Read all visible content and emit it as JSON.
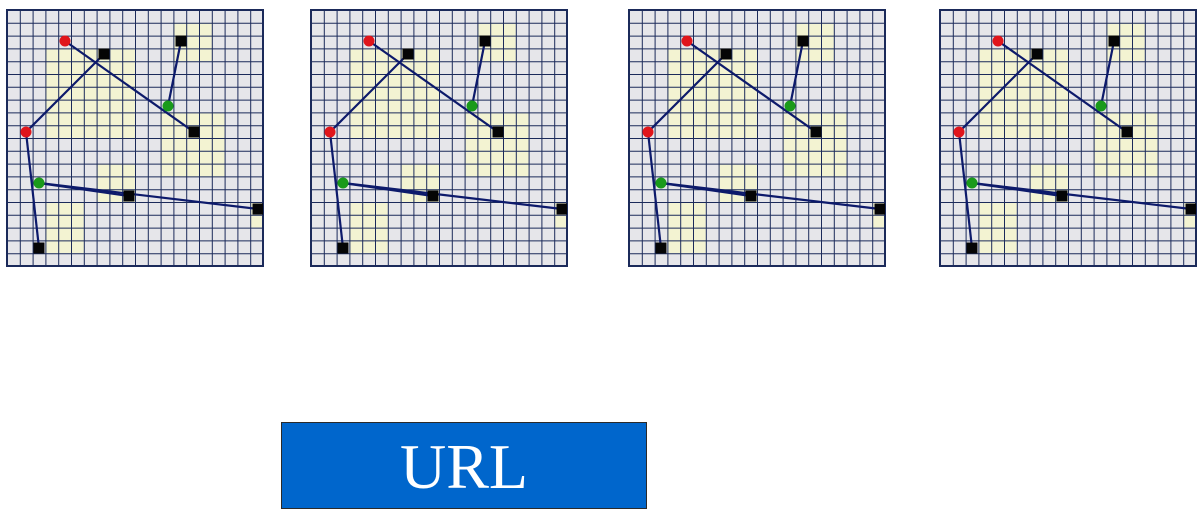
{
  "grid": {
    "cells": 20,
    "colors": {
      "background": "#e6e6ea",
      "gridline": "#1b2a5a",
      "highlight": "#f3f3d2",
      "edge": "#0d1a6b",
      "red_node": "#e0151b",
      "green_node": "#1a9a1a",
      "black_node": "#050505"
    }
  },
  "panels": [
    {
      "id": "panel-1",
      "name": "grid-panel-1"
    },
    {
      "id": "panel-2",
      "name": "grid-panel-2"
    },
    {
      "id": "panel-3",
      "name": "grid-panel-3"
    },
    {
      "id": "panel-4",
      "name": "grid-panel-4"
    }
  ],
  "url_button": {
    "label": "URL",
    "color": "#0066cc"
  }
}
